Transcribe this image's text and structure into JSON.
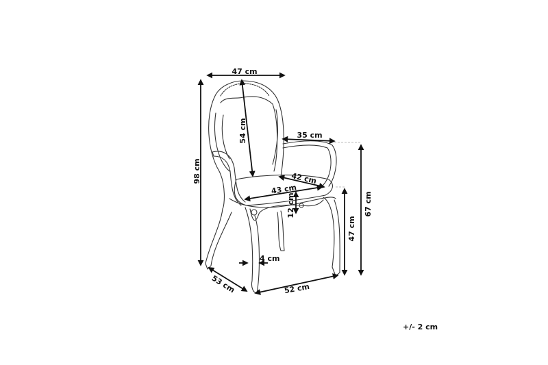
{
  "dimensions": {
    "width_top": "47 cm",
    "backrest_height": "54 cm",
    "armrest_depth": "35 cm",
    "total_height": "98 cm",
    "seat_depth": "42 cm",
    "seat_width": "43 cm",
    "seat_thickness": "12 cm",
    "armrest_height": "67 cm",
    "seat_height": "47 cm",
    "leg_width": "4 cm",
    "depth_bottom": "53 cm",
    "width_bottom": "52 cm"
  },
  "tolerance": "+/- 2 cm"
}
